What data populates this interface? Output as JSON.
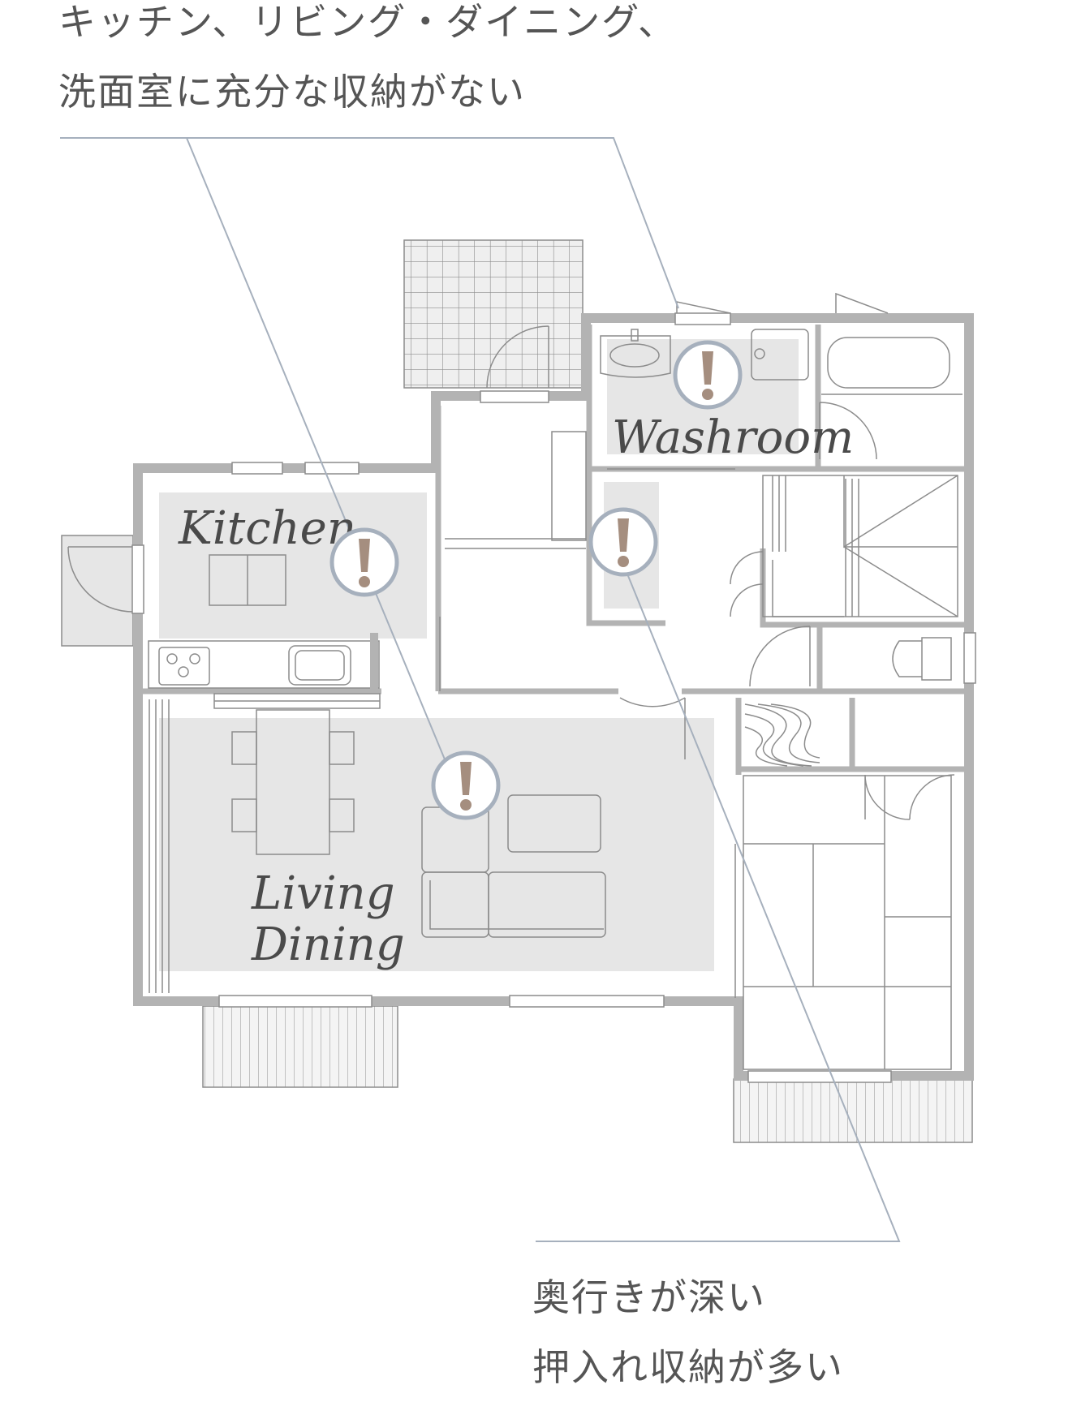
{
  "captions": {
    "top": {
      "line1": "キッチン、リビング・ダイニング、",
      "line2": "洗面室に充分な収納がない"
    },
    "bottom": {
      "line1": "奥行きが深い",
      "line2": "押入れ収納が多い"
    }
  },
  "rooms": {
    "kitchen": "Kitchen",
    "living_line1": "Living",
    "living_line2": "Dining",
    "washroom": "Washroom"
  },
  "markers": [
    {
      "symbol": "!",
      "area": "kitchen"
    },
    {
      "symbol": "!",
      "area": "living-dining"
    },
    {
      "symbol": "!",
      "area": "washroom"
    },
    {
      "symbol": "!",
      "area": "closet"
    }
  ],
  "colors": {
    "wall": "#b3b3b3",
    "room_highlight": "#e6e6e6",
    "leader_line": "#a6b0bd",
    "marker_ring": "#a6b0bd",
    "marker_symbol": "#a58e7f",
    "line_art": "#8c8c8c"
  }
}
